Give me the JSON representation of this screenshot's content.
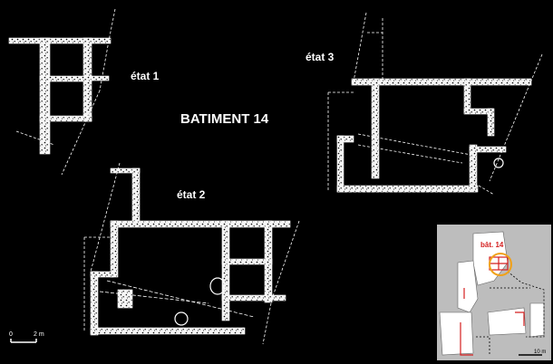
{
  "title": "BATIMENT 14",
  "phases": {
    "etat1": "état 1",
    "etat2": "état 2",
    "etat3": "état 3"
  },
  "scale": {
    "zero": "0",
    "length": "2 m"
  },
  "inset": {
    "building_label": "bât. 14",
    "scale": "10 m"
  },
  "colors": {
    "background": "#000000",
    "walls": "#ffffff",
    "inset_bg": "#bdbdbd",
    "highlight": "#d41f1f",
    "circle": "#f0a21a"
  }
}
